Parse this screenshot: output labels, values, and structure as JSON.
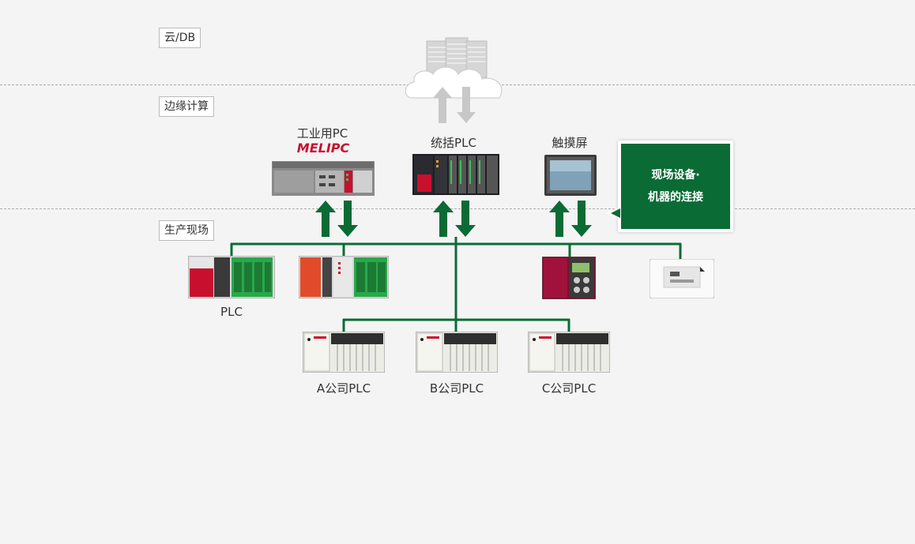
{
  "layers": {
    "cloud": "云/DB",
    "edge": "边缘计算",
    "field": "生产现场"
  },
  "devices": {
    "industrial_pc": "工业用PC",
    "melipc_logo": "MELIPC",
    "unified_plc": "统括PLC",
    "touch_panel": "触摸屏",
    "plc": "PLC",
    "company_a_plc": "A公司PLC",
    "company_b_plc": "B公司PLC",
    "company_c_plc": "C公司PLC"
  },
  "callout": {
    "line1": "现场设备·",
    "line2": "机器的连接"
  },
  "colors": {
    "network_green": "#0a6b35",
    "arrow_green": "#0a6b35",
    "cloud_arrow_gray": "#c8c8c8"
  }
}
